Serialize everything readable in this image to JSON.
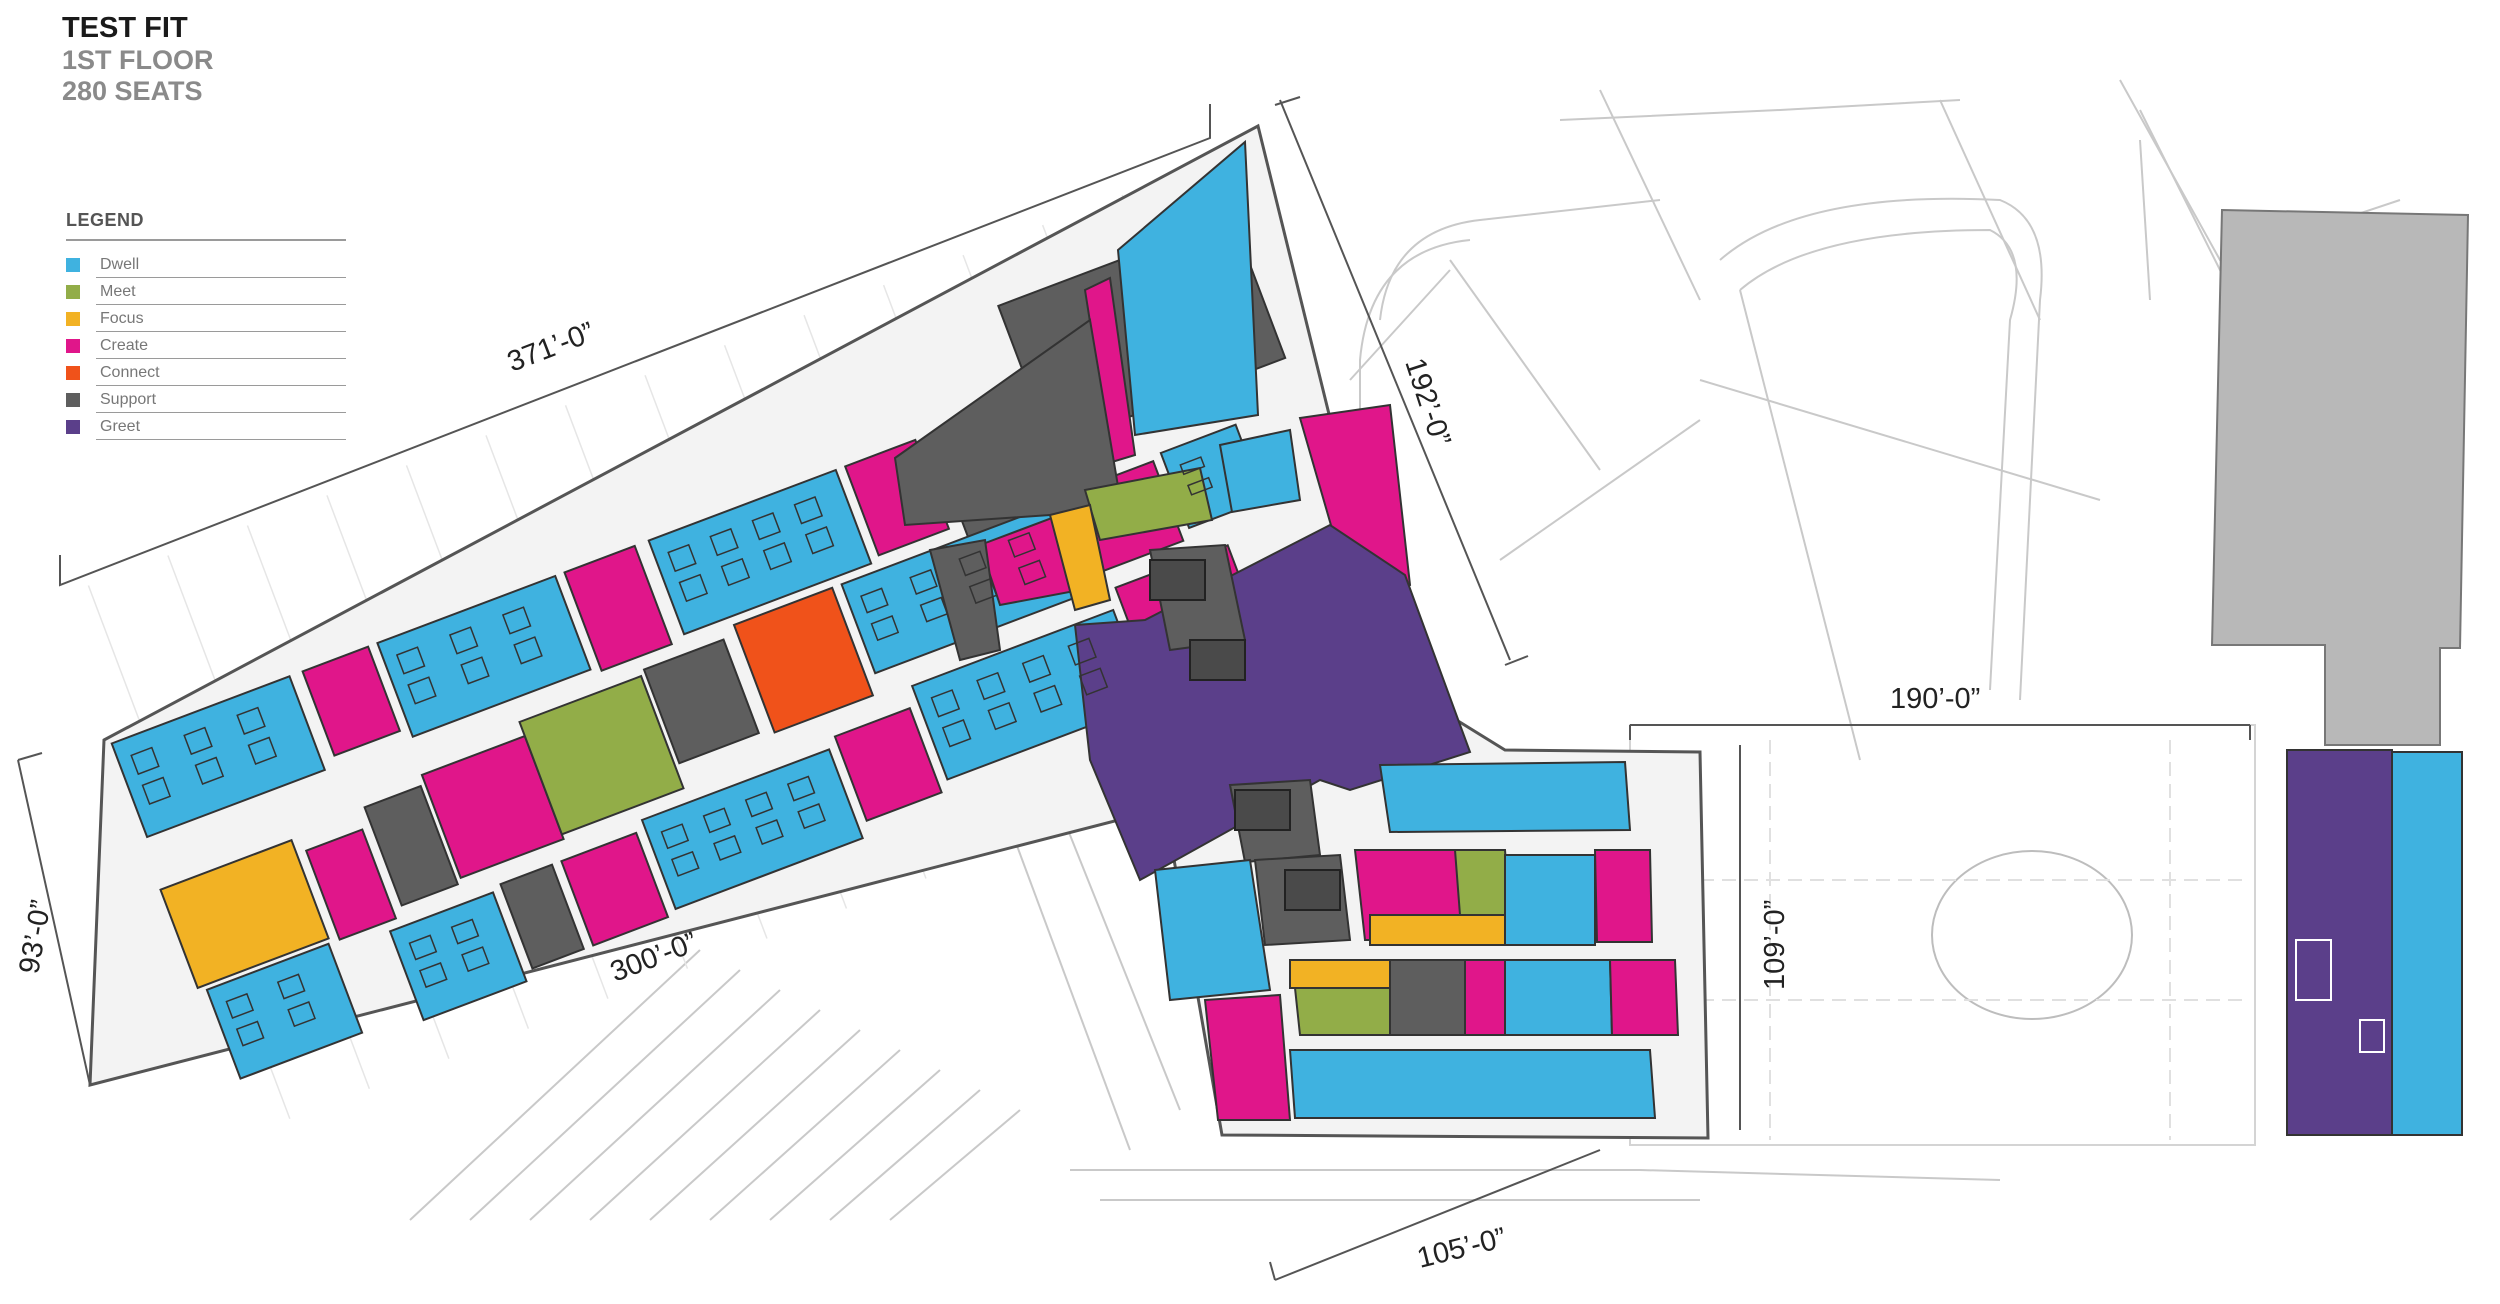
{
  "title": {
    "line1": "TEST FIT",
    "line2": "1ST FLOOR",
    "line3": "280 SEATS"
  },
  "legend": {
    "heading": "LEGEND",
    "items": [
      {
        "label": "Dwell",
        "color": "#3fb2e0"
      },
      {
        "label": "Meet",
        "color": "#92ad48"
      },
      {
        "label": "Focus",
        "color": "#f2b224"
      },
      {
        "label": "Create",
        "color": "#e0168a"
      },
      {
        "label": "Connect",
        "color": "#f0521a"
      },
      {
        "label": "Support",
        "color": "#5e5e5e"
      },
      {
        "label": "Greet",
        "color": "#5b3f8a"
      }
    ]
  },
  "dimensions": {
    "top_length": "371’-0”",
    "right_wing": "192’-0”",
    "bottom_length": "300’-0”",
    "left_end": "93’-0”",
    "lot_width": "190’-0”",
    "lot_depth": "109’-0”",
    "east_bottom": "105’-0”"
  },
  "colors": {
    "dwell": "#3fb2e0",
    "meet": "#92ad48",
    "focus": "#f2b224",
    "create": "#e0168a",
    "connect": "#f0521a",
    "support": "#5e5e5e",
    "greet": "#5b3f8a",
    "neighbor_building": "#b8b8b8",
    "site_lines": "#c9c9c9",
    "outline": "#555555"
  }
}
